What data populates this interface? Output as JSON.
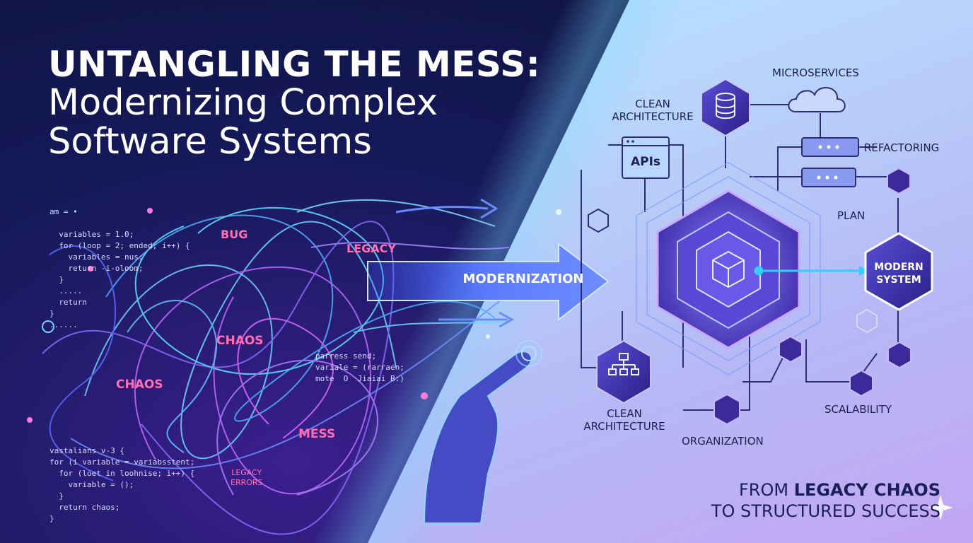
{
  "title": {
    "line1": "UNTANGLING THE MESS:",
    "line2": "Modernizing Complex",
    "line3": "Software Systems"
  },
  "code_blocks": {
    "top": "am = •\n\n  variables = 1.0;\n  for (loop = 2; ended; i++) {\n    variables = nus;\n    return -i-oloom;\n  }\n  .....\n  return\n}\n......",
    "middle": "parress send;\nvariale = (rarraen;\nmote  O  Jiaiai B:)",
    "bottom": "vastalians v-3 {\nfor (i variable = variabsstent;\n  for (loet in loohnise; i++) {\n    variable = ();\n  }\n  return chaos;\n}"
  },
  "chaos_words": {
    "bug": "BUG",
    "legacy": "LEGACY",
    "chaos_center": "CHAOS",
    "chaos_left": "CHAOS",
    "mess": "MESS",
    "legacy_errors_1": "LEGACY",
    "legacy_errors_2": "ERRORS"
  },
  "arrow_label": "MODERNIZATION",
  "labels": {
    "microservices": "MICROSERVICES",
    "clean_architecture_top_1": "CLEAN",
    "clean_architecture_top_2": "ARCHITECTURE",
    "apis": "APIs",
    "refactoring": "REFACTORING",
    "plan": "PLAN",
    "modern_system_1": "MODERN",
    "modern_system_2": "SYSTEM",
    "clean_architecture_bottom_1": "CLEAN",
    "clean_architecture_bottom_2": "ARCHITECTURE",
    "organization": "ORGANIZATION",
    "scalability": "SCALABILITY"
  },
  "tagline": {
    "from": "FROM ",
    "highlight": "LEGACY CHAOS",
    "line2": "TO STRUCTURED SUCCESS"
  },
  "colors": {
    "accent_pink": "#ff6fb3",
    "hex_fill": "#3b2a9a",
    "line_color": "#2c2f78"
  },
  "icons": [
    "database-icon",
    "cloud-icon",
    "server-icon",
    "cube-icon",
    "org-chart-icon",
    "hand-pointer-icon",
    "sparkle-icon"
  ]
}
